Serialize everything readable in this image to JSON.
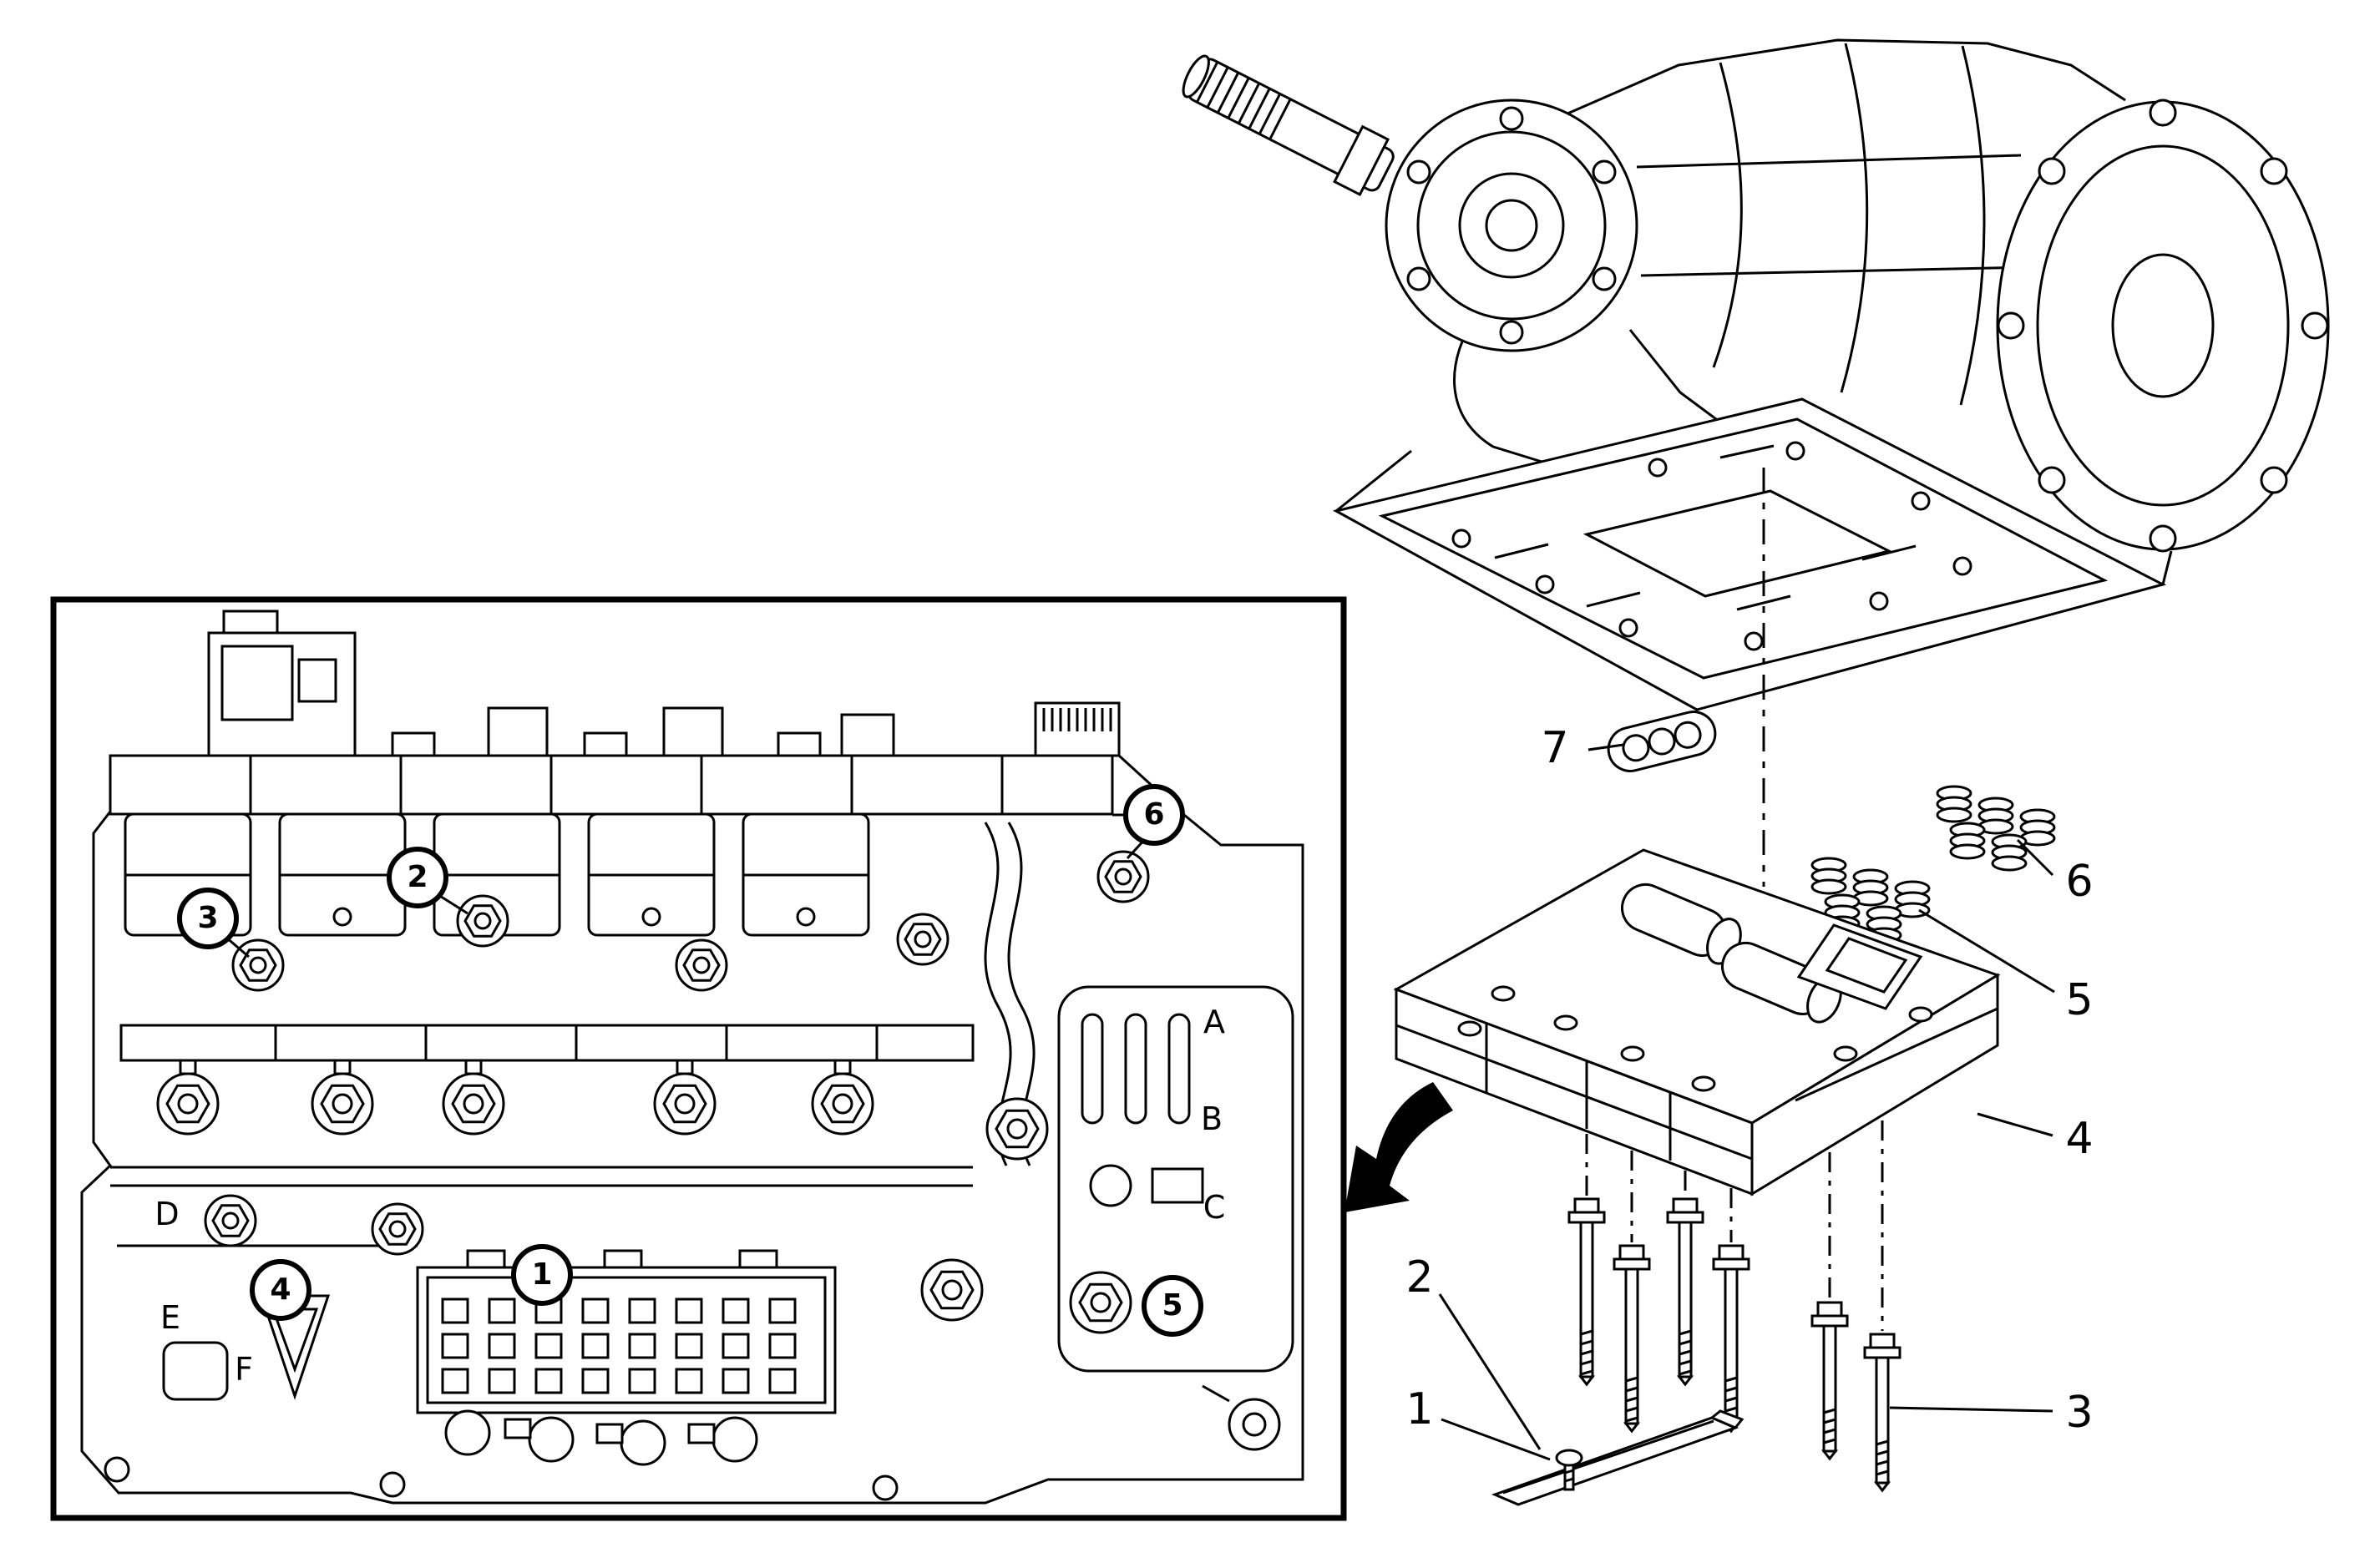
{
  "figure": {
    "background": "#ffffff",
    "line_color": "#000000"
  },
  "inset": {
    "circled_callouts": [
      "1",
      "2",
      "3",
      "4",
      "5",
      "6"
    ],
    "reference_letters": [
      "A",
      "B",
      "C",
      "D",
      "E",
      "F"
    ]
  },
  "exploded_view": {
    "callouts": [
      "1",
      "2",
      "3",
      "4",
      "5",
      "6",
      "7"
    ]
  }
}
